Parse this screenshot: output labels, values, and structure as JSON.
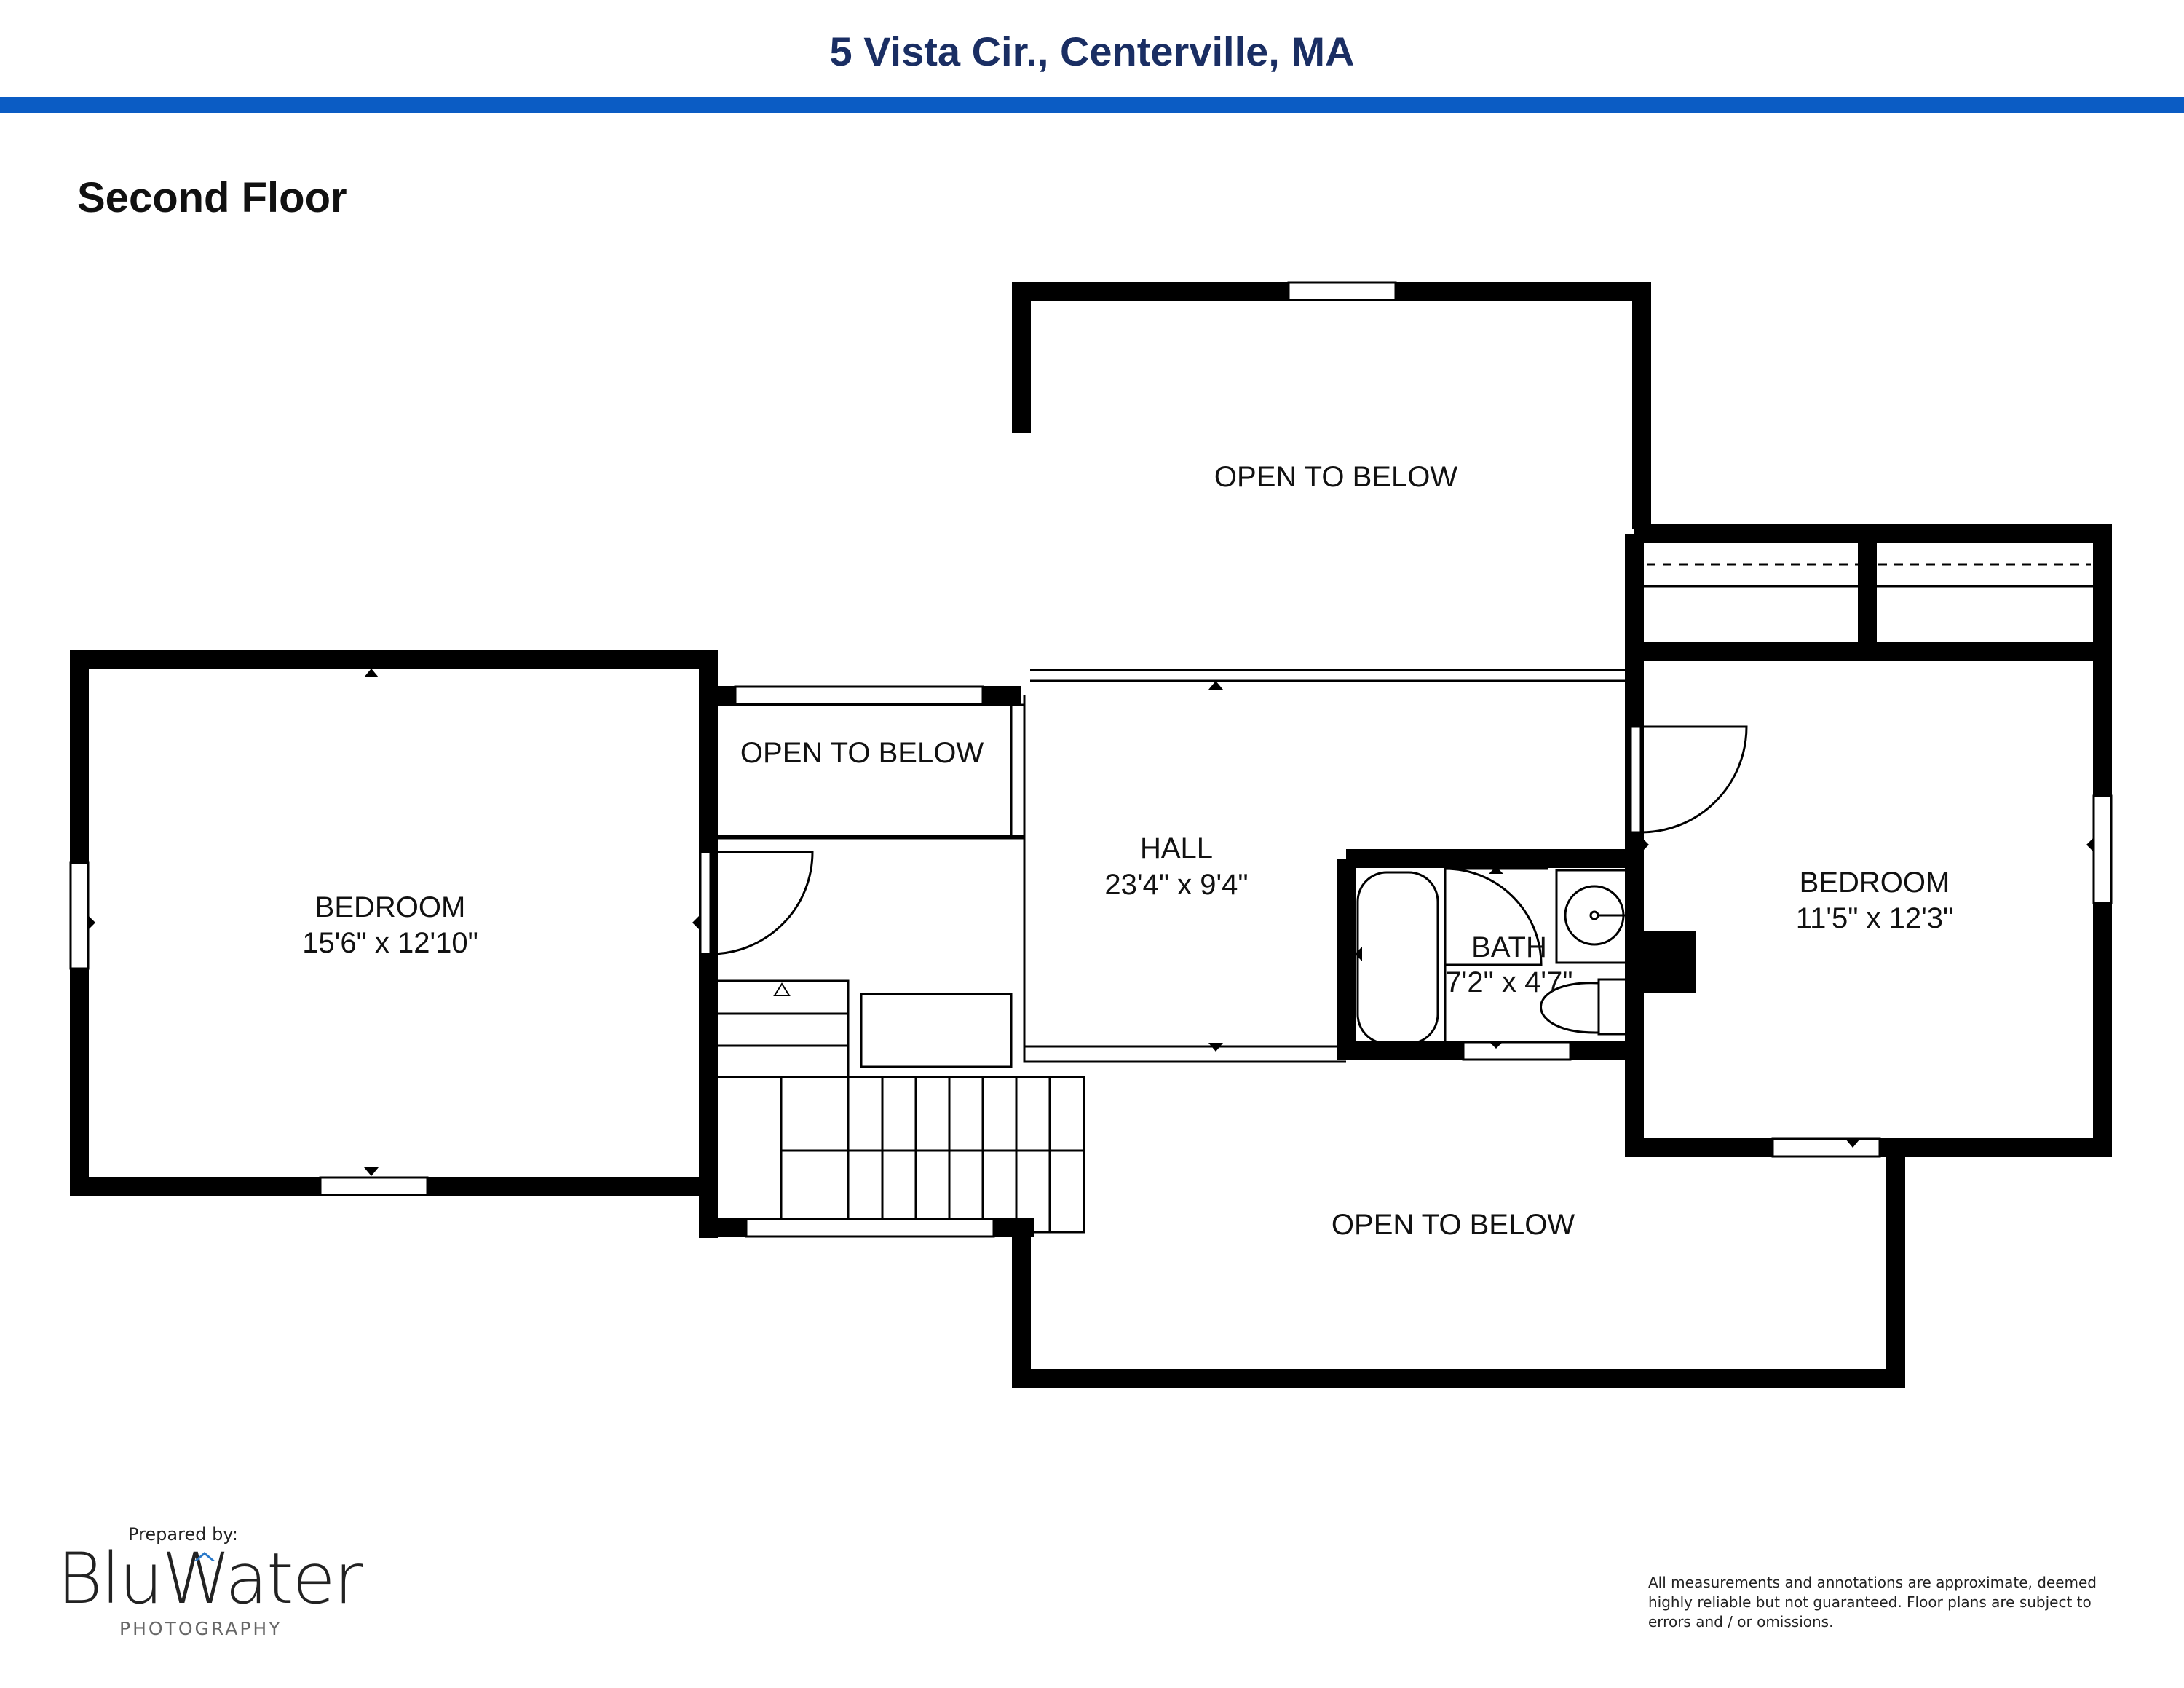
{
  "header": {
    "address": "5 Vista Cir., Centerville, MA",
    "rule_color": "#0b5cc4",
    "title_color": "#1a2e63"
  },
  "floor": {
    "label": "Second Floor"
  },
  "rooms": {
    "open_top": {
      "label": "OPEN TO BELOW"
    },
    "open_left": {
      "label": "OPEN TO BELOW"
    },
    "open_bottom": {
      "label": "OPEN TO BELOW"
    },
    "bedroom_left": {
      "label": "BEDROOM",
      "dims": "15'6\" x 12'10\""
    },
    "hall": {
      "label": "HALL",
      "dims": "23'4\" x 9'4\""
    },
    "bath": {
      "label": "BATH",
      "dims": "7'2\" x 4'7\""
    },
    "bedroom_right": {
      "label": "BEDROOM",
      "dims": "11'5\" x 12'3\""
    }
  },
  "footer": {
    "prepared_by": "Prepared by:",
    "logo_main": "BluWater",
    "logo_sub": "PHOTOGRAPHY",
    "disclaimer": "All measurements and annotations are approximate, deemed highly reliable but not guaranteed. Floor plans are subject to errors and / or omissions."
  }
}
